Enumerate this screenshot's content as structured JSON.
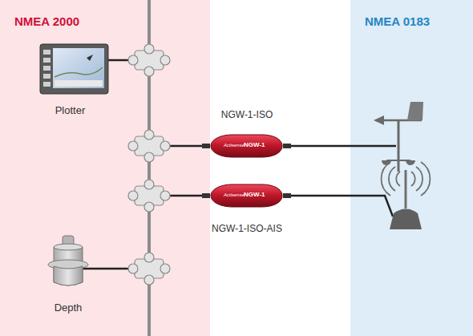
{
  "diagram": {
    "nodes": [
      {
        "text": [
          "NMEA 2000"
        ]
      },
      {
        "text": [
          "NMEA 0183"
        ]
      },
      {
        "text": [
          "Plotter"
        ],
        "in": 0
      },
      {
        "text": [
          "NGW-1-ISO",
          "Actisense",
          "NGW-1"
        ]
      },
      {
        "text": [
          "NGW-1-ISO-AIS",
          "Actisense",
          "NGW-1"
        ]
      },
      {
        "text": [
          "Depth"
        ],
        "in": 0
      }
    ]
  }
}
